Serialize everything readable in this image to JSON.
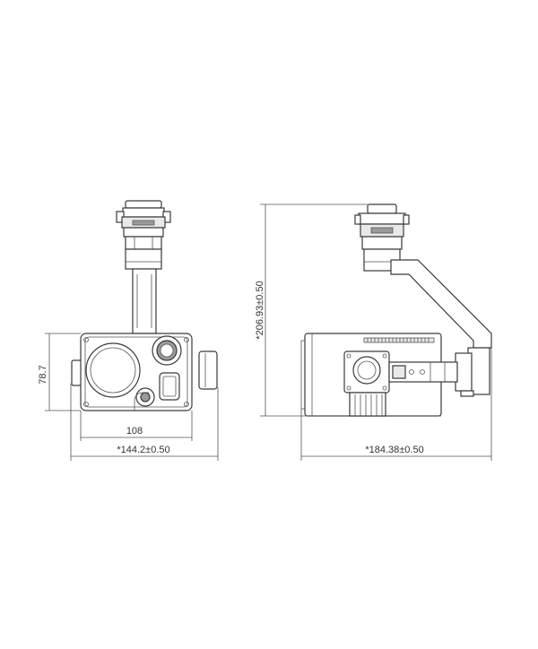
{
  "drawing": {
    "front_view": {
      "height_label": "78.7",
      "inner_width_label": "108",
      "overall_width_label": "*144.2±0.50"
    },
    "side_view": {
      "overall_height_label": "*206.93±0.50",
      "overall_depth_label": "*184.38±0.50"
    }
  },
  "colors": {
    "line": "#3a3a3a",
    "background": "#ffffff"
  }
}
